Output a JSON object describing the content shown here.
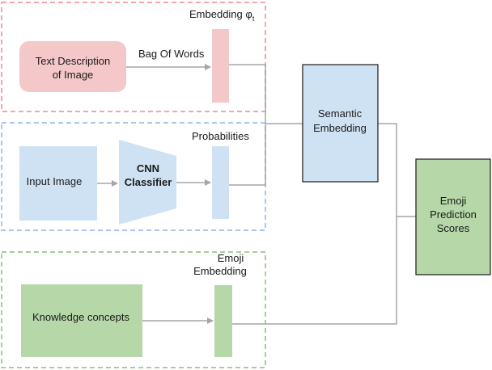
{
  "colors": {
    "pink_fill": "#f4c7c9",
    "pink_border": "#f2a6ab",
    "blue_fill": "#cfe2f3",
    "blue_border": "#a9c8ee",
    "green_fill": "#b6d7a8",
    "green_border": "#a4d19a",
    "dark_border": "#1a1a1a",
    "arrow": "#a6a6a6"
  },
  "groups": {
    "embedding": {
      "title": "Embedding φ",
      "subscript": "t"
    },
    "probabilities": {
      "title": "Probabilities"
    },
    "emoji": {
      "title_line1": "Emoji",
      "title_line2": "Embedding"
    }
  },
  "nodes": {
    "text_description": {
      "line1": "Text Description",
      "line2": "of Image"
    },
    "bag_of_words": {
      "label": "Bag Of Words"
    },
    "input_image": {
      "label": "Input Image"
    },
    "cnn_classifier": {
      "line1": "CNN",
      "line2": "Classifier"
    },
    "knowledge_concepts": {
      "label": "Knowledge concepts"
    },
    "semantic_embedding": {
      "line1": "Semantic",
      "line2": "Embedding"
    },
    "emoji_prediction": {
      "line1": "Emoji",
      "line2": "Prediction",
      "line3": "Scores"
    }
  }
}
